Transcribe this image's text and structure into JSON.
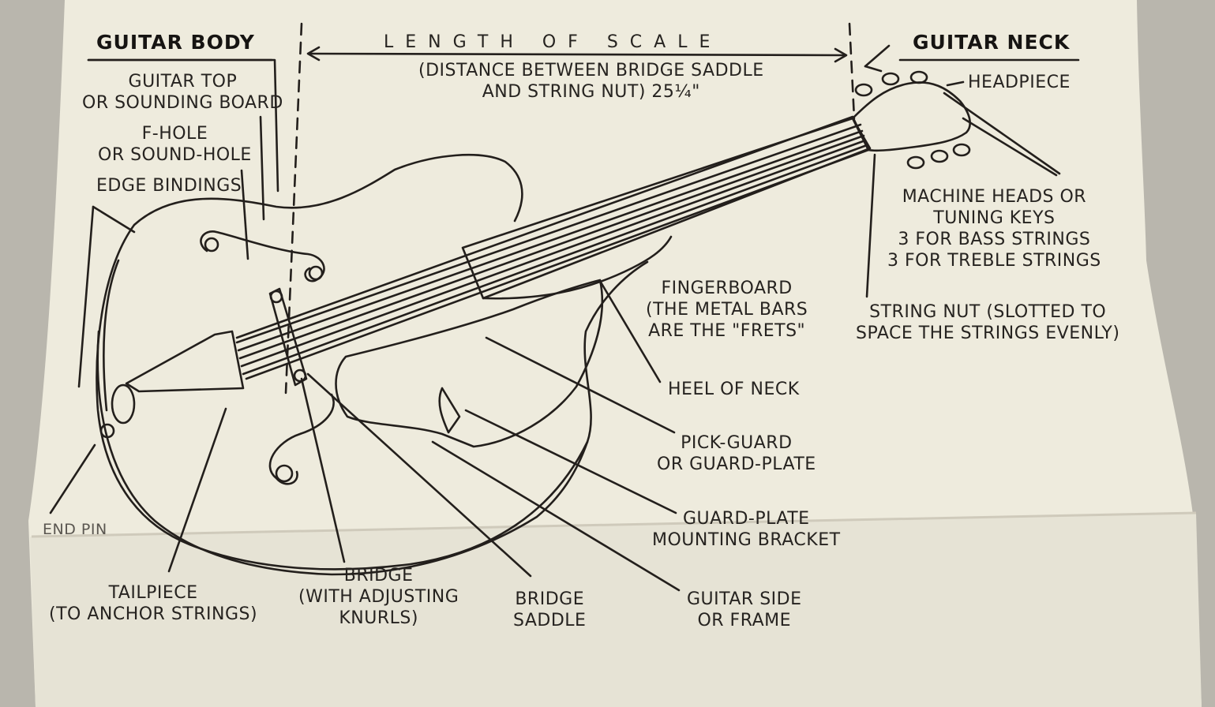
{
  "diagram": {
    "section_body": "GUITAR BODY",
    "section_neck": "GUITAR NECK",
    "scale": {
      "title": "LENGTH OF SCALE",
      "line1": "(DISTANCE BETWEEN BRIDGE SADDLE",
      "line2": "AND STRING NUT) 25¼\""
    },
    "labels": {
      "guitar_top": [
        "GUITAR TOP",
        "OR SOUNDING BOARD"
      ],
      "f_hole": [
        "F-HOLE",
        "OR SOUND-HOLE"
      ],
      "edge_bindings": [
        "EDGE BINDINGS"
      ],
      "headpiece": [
        "HEADPIECE"
      ],
      "machine_heads": [
        "MACHINE HEADS OR",
        "TUNING KEYS",
        "3 FOR BASS STRINGS",
        "3 FOR TREBLE STRINGS"
      ],
      "fingerboard": [
        "FINGERBOARD",
        "(THE METAL BARS",
        "ARE THE \"FRETS\""
      ],
      "string_nut": [
        "STRING NUT (SLOTTED TO",
        "SPACE THE STRINGS EVENLY)"
      ],
      "heel": [
        "HEEL OF NECK"
      ],
      "pick_guard": [
        "PICK-GUARD",
        "OR GUARD-PLATE"
      ],
      "guard_bracket": [
        "GUARD-PLATE",
        "MOUNTING BRACKET"
      ],
      "end_pin": [
        "END PIN"
      ],
      "tailpiece": [
        "TAILPIECE",
        "(TO ANCHOR STRINGS)"
      ],
      "bridge": [
        "BRIDGE",
        "(WITH ADJUSTING",
        "KNURLS)"
      ],
      "bridge_saddle": [
        "BRIDGE",
        "SADDLE"
      ],
      "guitar_side": [
        "GUITAR SIDE",
        "OR FRAME"
      ]
    },
    "colors": {
      "paper": "#eeebdd",
      "ink": "#262320",
      "background": "#b9b6ad"
    }
  }
}
